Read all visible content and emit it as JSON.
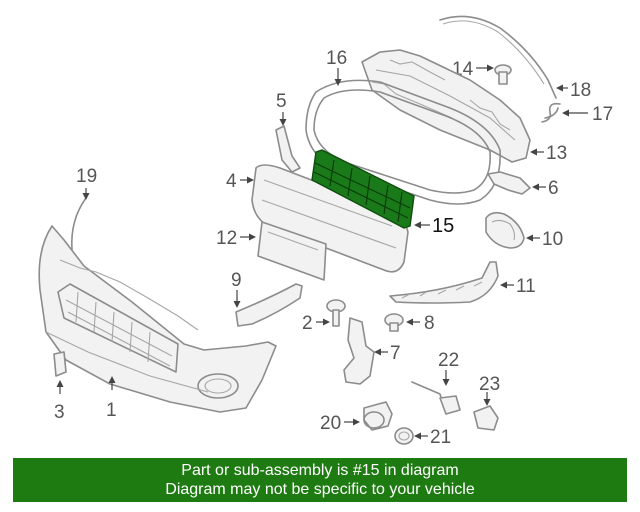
{
  "diagram": {
    "callouts": {
      "c1": "1",
      "c2": "2",
      "c3": "3",
      "c4": "4",
      "c5": "5",
      "c6": "6",
      "c7": "7",
      "c8": "8",
      "c9": "9",
      "c10": "10",
      "c11": "11",
      "c12": "12",
      "c13": "13",
      "c14": "14",
      "c15": "15",
      "c16": "16",
      "c17": "17",
      "c18": "18",
      "c19": "19",
      "c20": "20",
      "c21": "21",
      "c22": "22",
      "c23": "23"
    },
    "highlighted_part": "15",
    "highlight_color": "#1a7a1a"
  },
  "banner": {
    "line1": "Part or sub-assembly is #15 in diagram",
    "line2": "Diagram may not be specific to your vehicle",
    "background": "#1e7b12",
    "text_color": "#ffffff"
  }
}
